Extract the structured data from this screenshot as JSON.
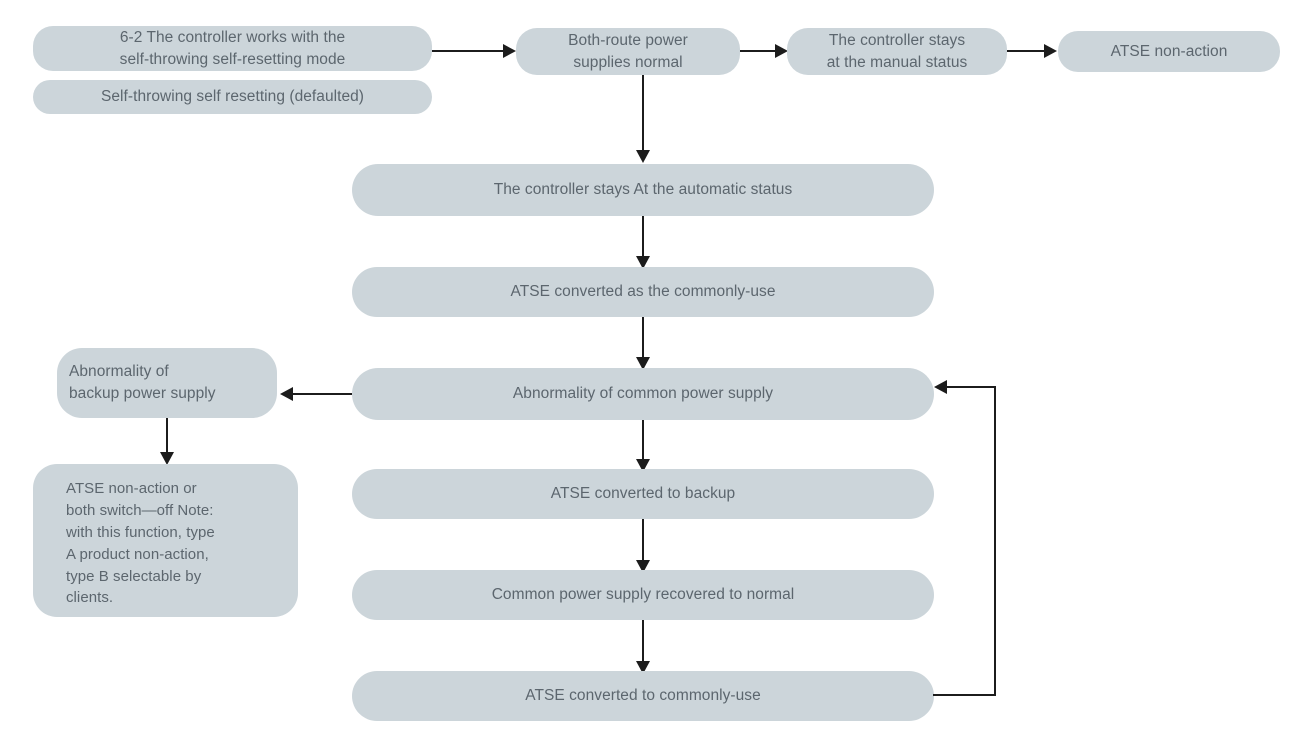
{
  "diagram": {
    "title": "6-2 The controller works with the self-throwing self-resetting mode",
    "colors": {
      "node_fill": "#ccd5da",
      "node_text": "#5c666e",
      "connector": "#1c1c1c",
      "background": "#ffffff"
    },
    "nodes": {
      "mode_title": "6-2 The controller works with the\nself-throwing self-resetting mode",
      "mode_default": "Self-throwing self resetting (defaulted)",
      "both_route_normal": "Both-route power\nsupplies normal",
      "manual_status": "The controller stays\nat the manual status",
      "atse_non_action": "ATSE non-action",
      "automatic_status": "The controller stays At the automatic status",
      "converted_commonly_use": "ATSE converted as the commonly-use",
      "abnormality_common": "Abnormality of common power supply",
      "abnormality_backup": "Abnormality of\nbackup power supply",
      "note_backup": "ATSE non-action or\nboth switch—off Note:\nwith this function, type\nA product non-action,\ntype B selectable by\nclients.",
      "converted_to_backup": "ATSE converted to backup",
      "common_recovered": "Common power supply recovered to normal",
      "converted_to_commonly_use": "ATSE converted to commonly-use"
    },
    "connectors": [
      {
        "name": "mode-title-to-both-route",
        "direction": "right"
      },
      {
        "name": "both-route-to-manual-status",
        "direction": "right"
      },
      {
        "name": "manual-status-to-atse-non-action",
        "direction": "right"
      },
      {
        "name": "both-route-to-automatic-status",
        "direction": "down"
      },
      {
        "name": "automatic-status-to-converted-commonly-use",
        "direction": "down"
      },
      {
        "name": "converted-commonly-use-to-abnormality-common",
        "direction": "down"
      },
      {
        "name": "abnormality-common-to-abnormality-backup",
        "direction": "left"
      },
      {
        "name": "abnormality-backup-to-note",
        "direction": "down"
      },
      {
        "name": "abnormality-common-to-converted-backup",
        "direction": "down"
      },
      {
        "name": "converted-backup-to-common-recovered",
        "direction": "down"
      },
      {
        "name": "common-recovered-to-converted-commonly-use",
        "direction": "down"
      },
      {
        "name": "feedback-loop-to-abnormality-common",
        "direction": "left"
      }
    ]
  }
}
